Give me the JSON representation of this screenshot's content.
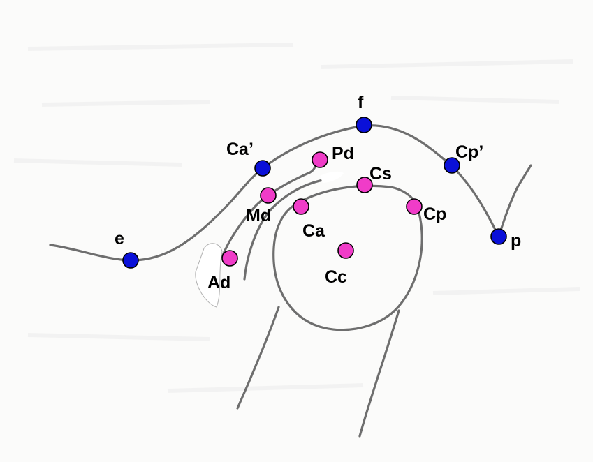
{
  "colors": {
    "blue_point": "#0a10d8",
    "pink_point": "#f03cc8",
    "curve": "#6e6e6e"
  },
  "points": [
    {
      "id": "e",
      "label": "e",
      "group": "blue"
    },
    {
      "id": "ca-prime",
      "label": "Ca’",
      "group": "blue"
    },
    {
      "id": "f",
      "label": "f",
      "group": "blue"
    },
    {
      "id": "cp-prime",
      "label": "Cp’",
      "group": "blue"
    },
    {
      "id": "p",
      "label": "p",
      "group": "blue"
    },
    {
      "id": "pd",
      "label": "Pd",
      "group": "pink"
    },
    {
      "id": "cs",
      "label": "Cs",
      "group": "pink"
    },
    {
      "id": "md",
      "label": "Md",
      "group": "pink"
    },
    {
      "id": "ca",
      "label": "Ca",
      "group": "pink"
    },
    {
      "id": "cp",
      "label": "Cp",
      "group": "pink"
    },
    {
      "id": "cc",
      "label": "Cc",
      "group": "pink"
    },
    {
      "id": "ad",
      "label": "Ad",
      "group": "pink"
    }
  ]
}
